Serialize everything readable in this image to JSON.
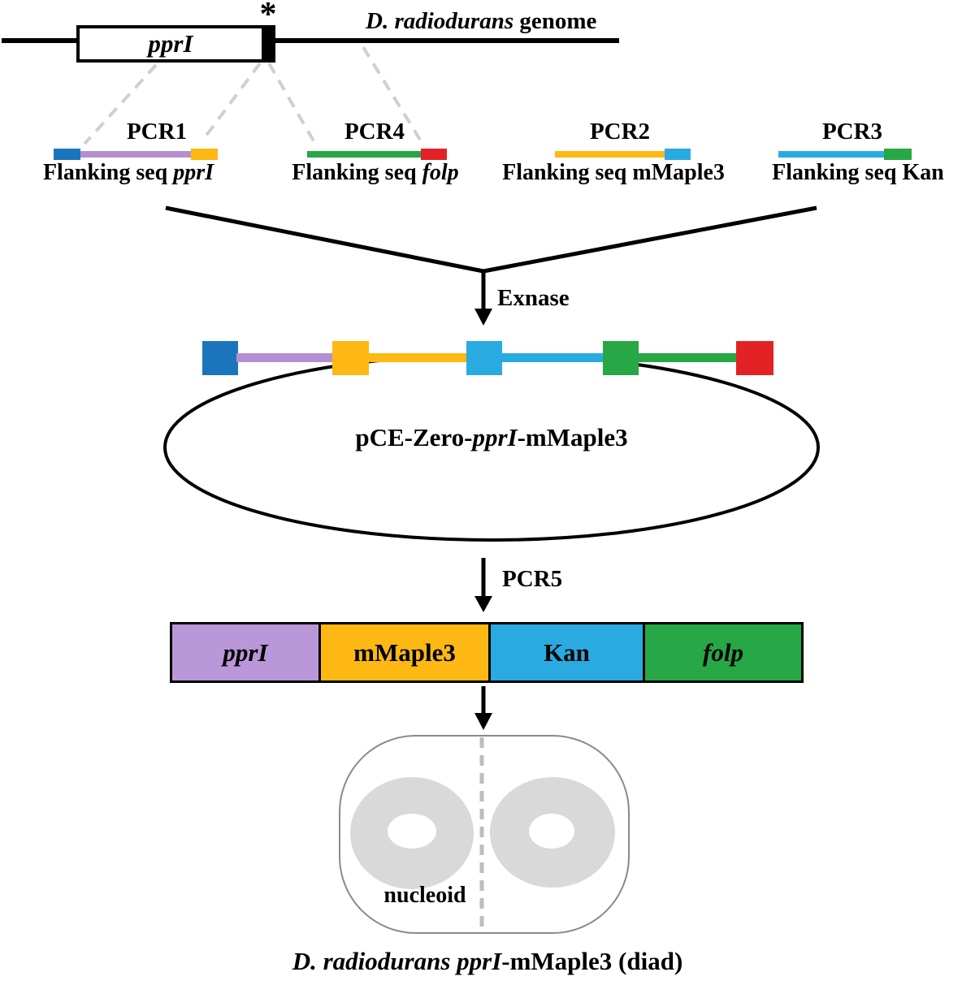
{
  "colors": {
    "black": "#000000",
    "blue": "#1b75bc",
    "cyan": "#29abe2",
    "yellow": "#fdb813",
    "green": "#27a746",
    "red": "#e32226",
    "purple_line": "#b48fd0",
    "purple_fill": "#ba97d8",
    "dash_gray": "#cfcfcf",
    "cell_border": "#8a8a8a",
    "divider_gray": "#bdbdbd",
    "nucleoid_gray": "#d9d9d9",
    "white": "#ffffff"
  },
  "genome": {
    "gene_label": "pprI",
    "insertion_marker": "*",
    "label_italic": "D. radiodurans",
    "label_rest": " genome"
  },
  "fragments": [
    {
      "name": "PCR1",
      "caption_plain": "Flanking seq ",
      "caption_italic": "pprI"
    },
    {
      "name": "PCR4",
      "caption_plain": "Flanking seq ",
      "caption_italic": "folp"
    },
    {
      "name": "PCR2",
      "caption_plain": "Flanking seq mMaple3",
      "caption_italic": ""
    },
    {
      "name": "PCR3",
      "caption_plain": "Flanking seq Kan",
      "caption_italic": ""
    }
  ],
  "assembly": {
    "enzyme_label": "Exnase"
  },
  "plasmid": {
    "label_prefix": "pCE-Zero-",
    "label_italic": "pprI",
    "label_suffix": "-mMaple3"
  },
  "pcr5": {
    "label": "PCR5"
  },
  "construct": {
    "segments": [
      {
        "label": "pprI",
        "color": "#ba97d8"
      },
      {
        "label": "mMaple3",
        "color": "#fdb813"
      },
      {
        "label": "Kan",
        "color": "#29abe2"
      },
      {
        "label": "folp",
        "color": "#27a746"
      }
    ]
  },
  "cell": {
    "nucleoid_label": "nucleoid"
  },
  "caption": {
    "italic_part": "D. radiodurans pprI",
    "rest": "-mMaple3 (diad)"
  }
}
